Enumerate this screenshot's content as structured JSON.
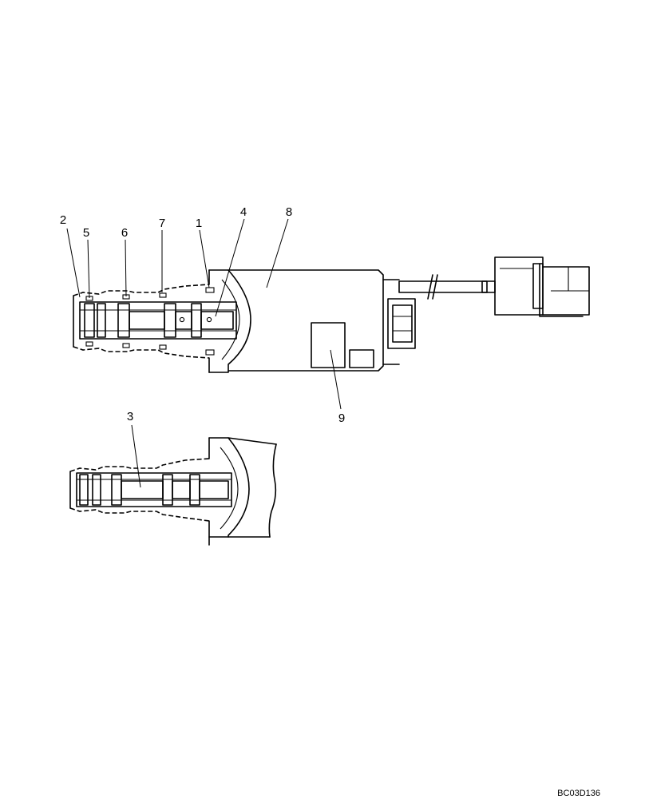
{
  "figure": {
    "callouts": [
      "2",
      "5",
      "6",
      "7",
      "1",
      "4",
      "8",
      "9",
      "3"
    ],
    "drawing_code": "BC03D136"
  }
}
